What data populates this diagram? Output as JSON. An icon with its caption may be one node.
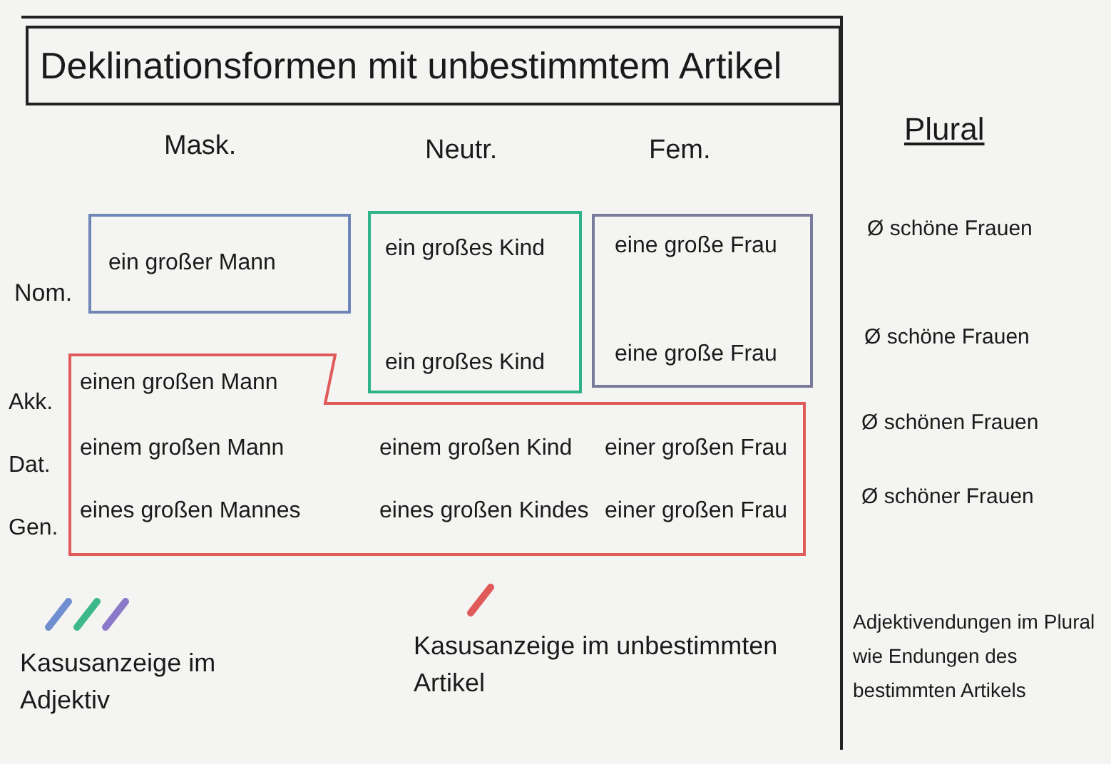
{
  "diagram": {
    "title": "Deklinationsformen mit unbestimmtem Artikel",
    "nodes": [
      {
        "text": [
          "ein großer Mann"
        ]
      },
      {
        "text": [
          "ein großes Kind",
          "ein großes Kind"
        ]
      },
      {
        "text": [
          "eine große Frau",
          "eine große Frau"
        ]
      },
      {
        "text": [
          "einen großen Mann",
          "einem großen Mann",
          "einem großen Kind",
          "einer großen Frau",
          "eines großen Mannes",
          "eines großen Kindes",
          "einer großen Frau"
        ]
      }
    ],
    "edges": [],
    "labels": [
      "Mask.",
      "Neutr.",
      "Fem.",
      "Plural",
      "Nom.",
      "Akk.",
      "Dat.",
      "Gen.",
      "Ø schöne Frauen",
      "Ø schöne Frauen",
      "Ø schönen Frauen",
      "Ø schöner Frauen",
      "Adjektivendungen im Plural wie Endungen des bestimmten Artikels"
    ],
    "legend": [
      {
        "text": "Kasusanzeige im Adjektiv",
        "color": "#6f8fd0"
      },
      {
        "text": "Kasusanzeige im unbestimmten Artikel",
        "color": "#e05a5a"
      }
    ]
  }
}
